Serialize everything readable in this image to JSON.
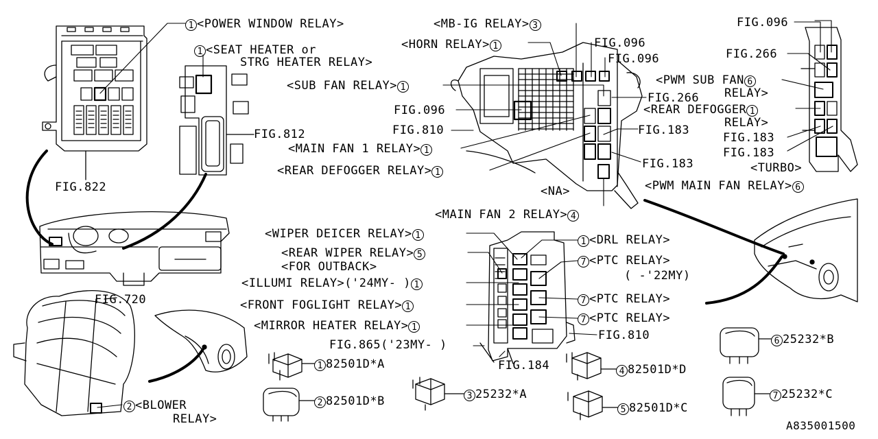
{
  "diagram_id": "A835001500",
  "callouts": {
    "power_window": {
      "num": "1",
      "text": "<POWER WINDOW RELAY>"
    },
    "seat_heater": {
      "num": "1",
      "text": "<SEAT HEATER or",
      "text2": "STRG HEATER RELAY>"
    },
    "mb_ig": {
      "num": "3",
      "text": "<MB-IG RELAY>"
    },
    "horn": {
      "num": "1",
      "text": "<HORN RELAY>"
    },
    "sub_fan": {
      "num": "1",
      "text": "<SUB FAN RELAY>"
    },
    "main_fan1": {
      "num": "1",
      "text": "<MAIN FAN 1 RELAY>"
    },
    "rear_defogger": {
      "num": "1",
      "text": "<REAR DEFOGGER RELAY>"
    },
    "pwm_sub_fan": {
      "num": "6",
      "text": "<PWM SUB FAN",
      "text2": "RELAY>"
    },
    "rear_defogger2": {
      "num": "1",
      "text": "<REAR DEFOGGER",
      "text2": "RELAY>"
    },
    "turbo": {
      "text": "<TURBO>"
    },
    "pwm_main_fan": {
      "num": "6",
      "text": "<PWM MAIN FAN RELAY>"
    },
    "na": {
      "text": "<NA>"
    },
    "main_fan2": {
      "num": "4",
      "text": "<MAIN FAN 2 RELAY>"
    },
    "wiper_deicer": {
      "num": "1",
      "text": "<WIPER DEICER RELAY>"
    },
    "rear_wiper": {
      "num": "5",
      "text": "<REAR WIPER RELAY>",
      "text2": "<FOR OUTBACK>"
    },
    "illumi": {
      "num": "1",
      "text": "<ILLUMI RELAY>('24MY- )"
    },
    "front_foglight": {
      "num": "1",
      "text": "<FRONT FOGLIGHT RELAY>"
    },
    "mirror_heater": {
      "num": "1",
      "text": "<MIRROR HEATER RELAY>"
    },
    "drl": {
      "num": "1",
      "text": "<DRL RELAY>"
    },
    "ptc1": {
      "num": "7",
      "text": "<PTC RELAY>",
      "text2": "( -'22MY)"
    },
    "ptc2": {
      "num": "7",
      "text": "<PTC RELAY>"
    },
    "ptc3": {
      "num": "7",
      "text": "<PTC RELAY>"
    },
    "blower": {
      "num": "2",
      "text": "<BLOWER",
      "text2": "RELAY>"
    }
  },
  "figs": {
    "f822": "FIG.822",
    "f812": "FIG.812",
    "f096a": "FIG.096",
    "f096b": "FIG.096",
    "f096c": "FIG.096",
    "f096d": "FIG.096",
    "f266a": "FIG.266",
    "f266b": "FIG.266",
    "f810a": "FIG.810",
    "f810b": "FIG.810",
    "f183a": "FIG.183",
    "f183b": "FIG.183",
    "f183c": "FIG.183",
    "f183d": "FIG.183",
    "f720": "FIG.720",
    "f865": "FIG.865('23MY- )",
    "f184": "FIG.184"
  },
  "parts": {
    "p1": {
      "num": "1",
      "code": "82501D*A"
    },
    "p2": {
      "num": "2",
      "code": "82501D*B"
    },
    "p3": {
      "num": "3",
      "code": "25232*A"
    },
    "p4": {
      "num": "4",
      "code": "82501D*D"
    },
    "p5": {
      "num": "5",
      "code": "82501D*C"
    },
    "p6": {
      "num": "6",
      "code": "25232*B"
    },
    "p7": {
      "num": "7",
      "code": "25232*C"
    }
  }
}
